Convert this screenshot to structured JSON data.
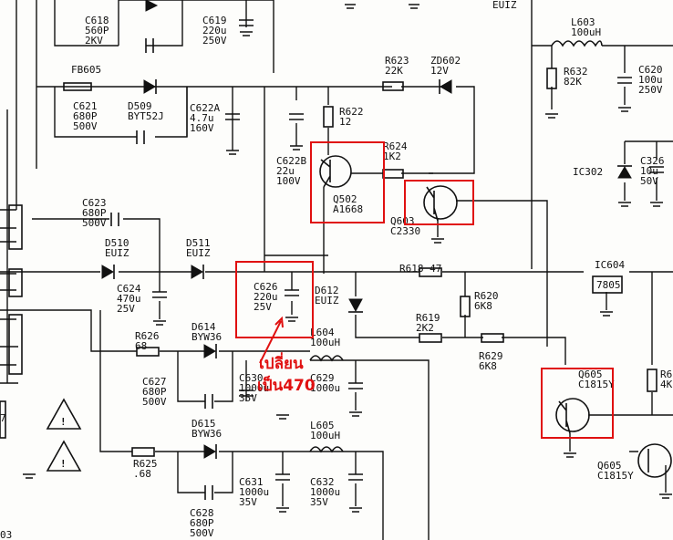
{
  "labels": {
    "c618": [
      "C618",
      "560P",
      "2KV"
    ],
    "c619": [
      "C619",
      "220u",
      "250V"
    ],
    "euiz_top": [
      "EUIZ"
    ],
    "l603": [
      "L603",
      "100uH"
    ],
    "fb605": [
      "FB605"
    ],
    "c621": [
      "C621",
      "680P",
      "500V"
    ],
    "d509": [
      "D509",
      "BYT52J"
    ],
    "c622a": [
      "C622A",
      "4.7u",
      "160V"
    ],
    "r623": [
      "R623",
      "22K"
    ],
    "zd602": [
      "ZD602",
      "12V"
    ],
    "r622": [
      "R622",
      "12"
    ],
    "r632": [
      "R632",
      "82K"
    ],
    "c620": [
      "C620",
      "100u",
      "250V"
    ],
    "c622b": [
      "C622B",
      "22u",
      "100V"
    ],
    "r624": [
      "R624",
      "1K2"
    ],
    "q502": [
      "Q502",
      "A1668"
    ],
    "q603": [
      "Q603",
      "C2330"
    ],
    "ic302": [
      "IC302"
    ],
    "c326": [
      "C326",
      "10u",
      "50V"
    ],
    "c623": [
      "C623",
      "680P",
      "500V"
    ],
    "d510": [
      "D510",
      "EUIZ"
    ],
    "d511": [
      "D511",
      "EUIZ"
    ],
    "c624": [
      "C624",
      "470u",
      "25V"
    ],
    "c626": [
      "C626",
      "220u",
      "25V"
    ],
    "d612": [
      "D612",
      "EUIZ"
    ],
    "r618": [
      "R618  47"
    ],
    "ic604": [
      "IC604"
    ],
    "r620": [
      "R620",
      "6K8"
    ],
    "r619": [
      "R619",
      "2K2"
    ],
    "r629": [
      "R629",
      "6K8"
    ],
    "r626": [
      "R626",
      "68"
    ],
    "d614": [
      "D614",
      "BYW36"
    ],
    "l604": [
      "L604",
      "100uH"
    ],
    "c627": [
      "C627",
      "680P",
      "500V"
    ],
    "c630": [
      "C630",
      "1000u",
      "35V"
    ],
    "c629": [
      "C629",
      "1000u"
    ],
    "q605a": [
      "Q605",
      "C1815Y"
    ],
    "r6x": [
      "R6",
      "4K"
    ],
    "d615": [
      "D615",
      "BYW36"
    ],
    "l605": [
      "L605",
      "100uH"
    ],
    "r625": [
      "R625",
      ".68"
    ],
    "c631": [
      "C631",
      "1000u",
      "35V"
    ],
    "c632": [
      "C632",
      "1000u",
      "35V"
    ],
    "q605b": [
      "Q605",
      "C1815Y"
    ],
    "c628": [
      "C628",
      "680P",
      "500V"
    ],
    "frag7": [
      "7"
    ],
    "frag03": [
      "03"
    ]
  },
  "annotation": {
    "line1": "เปลี่ยน",
    "line2": "เป็น470"
  },
  "colors": {
    "highlight": "#e01010",
    "ink": "#111111",
    "paper": "#fdfdfb"
  }
}
